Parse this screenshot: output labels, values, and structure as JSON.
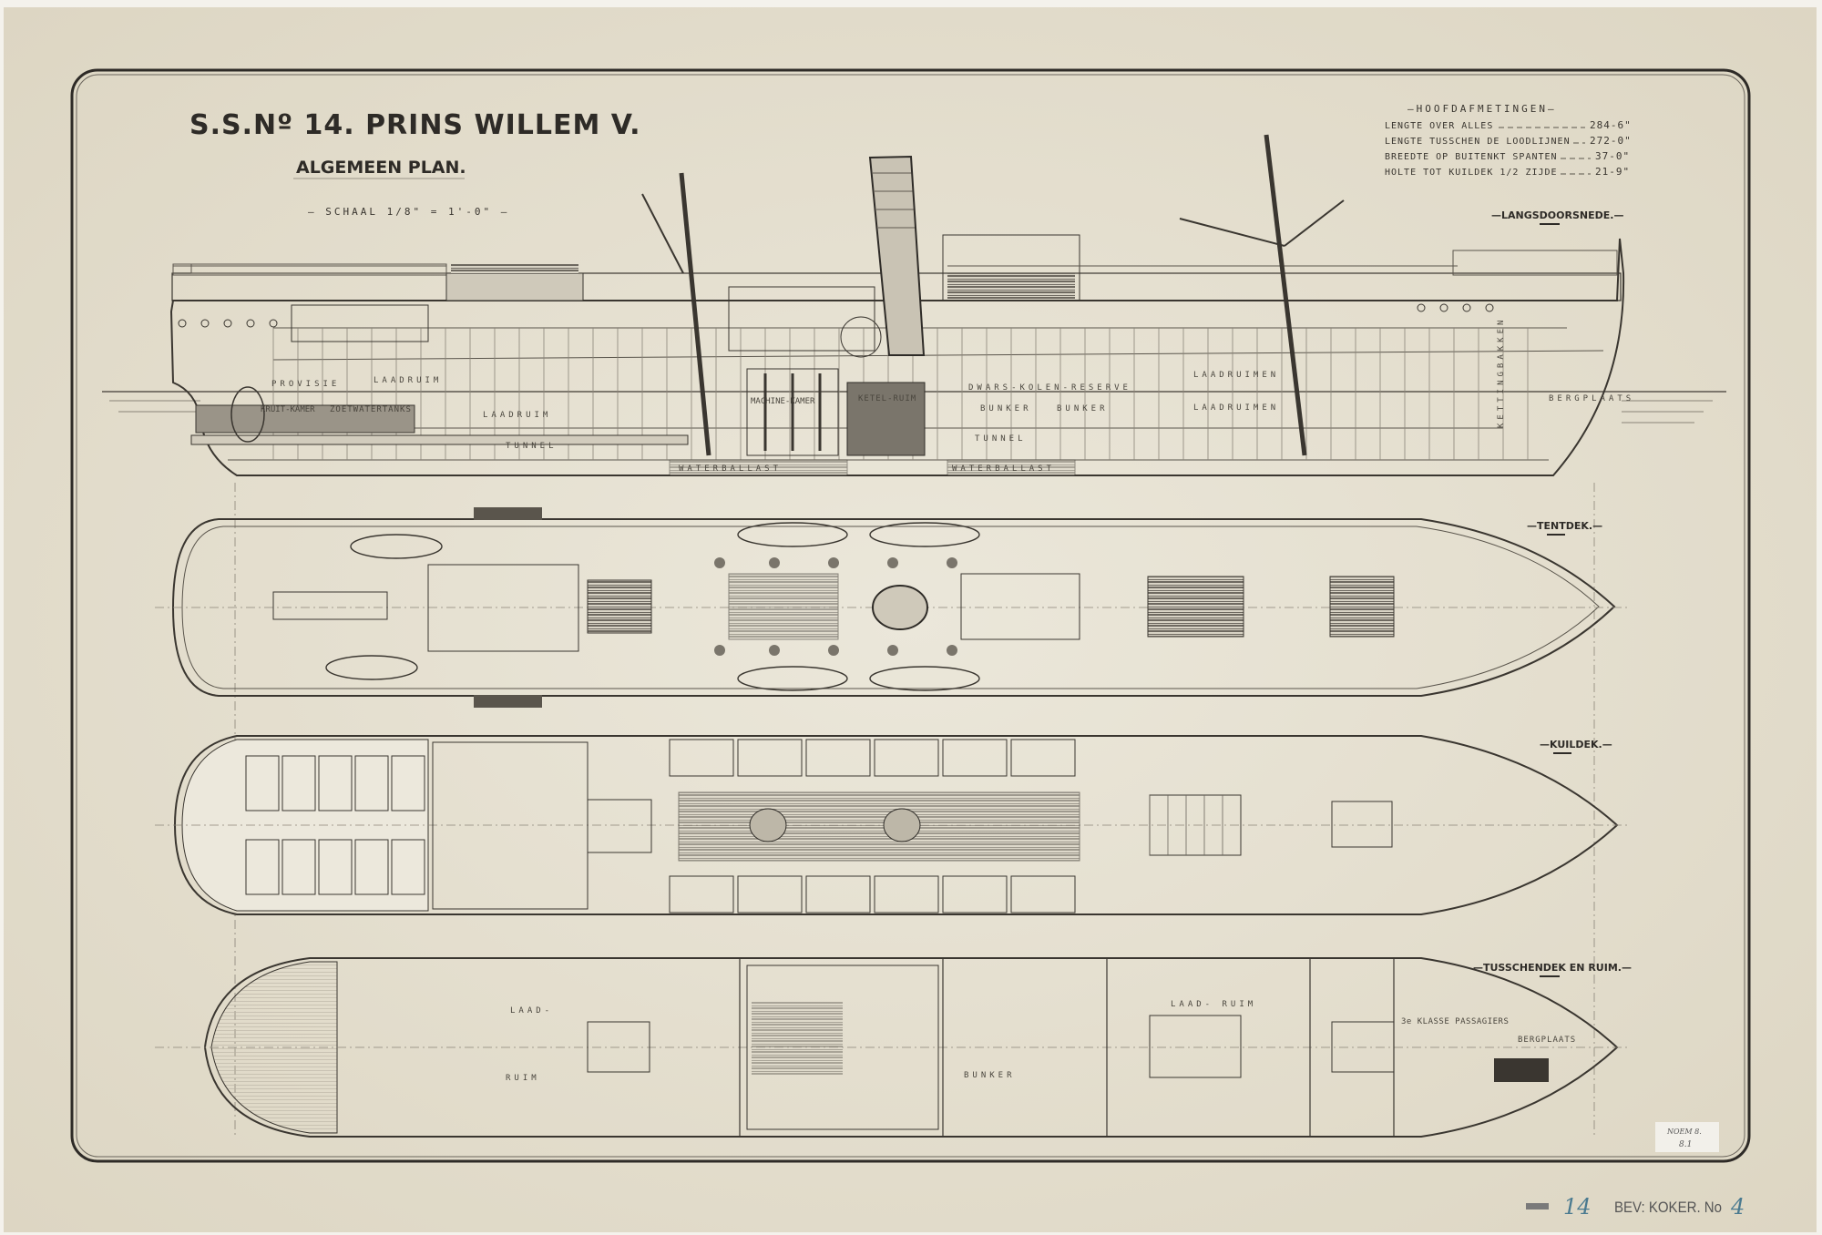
{
  "drawing": {
    "title": "S.S.Nº 14. PRINS WILLEM V.",
    "subtitle": "ALGEMEEN PLAN.",
    "scale": "— SCHAAL 1/8\" = 1'-0\" —"
  },
  "dimensions": {
    "heading": "—HOOFDAFMETINGEN—",
    "rows": [
      {
        "label": "LENGTE OVER ALLES",
        "value": "284-6\""
      },
      {
        "label": "LENGTE TUSSCHEN DE LOODLIJNEN",
        "value": "272-0\""
      },
      {
        "label": "BREEDTE OP BUITENKT SPANTEN",
        "value": "37-0\""
      },
      {
        "label": "HOLTE TOT KUILDEK 1/2 ZIJDE",
        "value": "21-9\""
      }
    ]
  },
  "views": {
    "profile": "—LANGSDOORSNEDE.—",
    "tentdek": "—TENTDEK.—",
    "kuildek": "—KUILDEK.—",
    "tusschendek": "—TUSSCHENDEK EN RUIM.—"
  },
  "profile_labels": {
    "laadruim_upper": "LAADRUIM",
    "laadruim_lower": "LAADRUIM",
    "provisie": "PROVISIE",
    "kruitkamer": "KRUIT-KAMER",
    "zoetwatertanks": "ZOETWATERTANKS",
    "tunnel_aft": "TUNNEL",
    "tunnel_fwd": "TUNNEL",
    "machinekamer": "MACHINE-KAMER",
    "ketelruim": "KETEL-RUIM",
    "waterballast_aft": "WATERBALLAST",
    "waterballast_fwd": "WATERBALLAST",
    "kolen_reserve": "DWARS-KOLEN-RESERVE",
    "bunker1": "BUNKER",
    "bunker2": "BUNKER",
    "laadruimen_upper": "LAADRUIMEN",
    "laadruimen_lower": "LAADRUIMEN",
    "kettingbakken": "KETTINGBAKKEN",
    "bergplaats": "BERGPLAATS"
  },
  "hold_labels": {
    "laadruim_aft_1": "LAAD-",
    "laadruim_aft_2": "RUIM",
    "bunker": "BUNKER",
    "laadruim_fwd": "LAAD- RUIM",
    "klasse": "3e KLASSE PASSAGIERS",
    "bergplaats": "BERGPLAATS"
  },
  "footer": {
    "sticker_line1": "NOEM 8.",
    "sticker_line2": "8.1",
    "number": "14",
    "koker_label": "BEV: KOKER. No",
    "koker_number": "4"
  }
}
